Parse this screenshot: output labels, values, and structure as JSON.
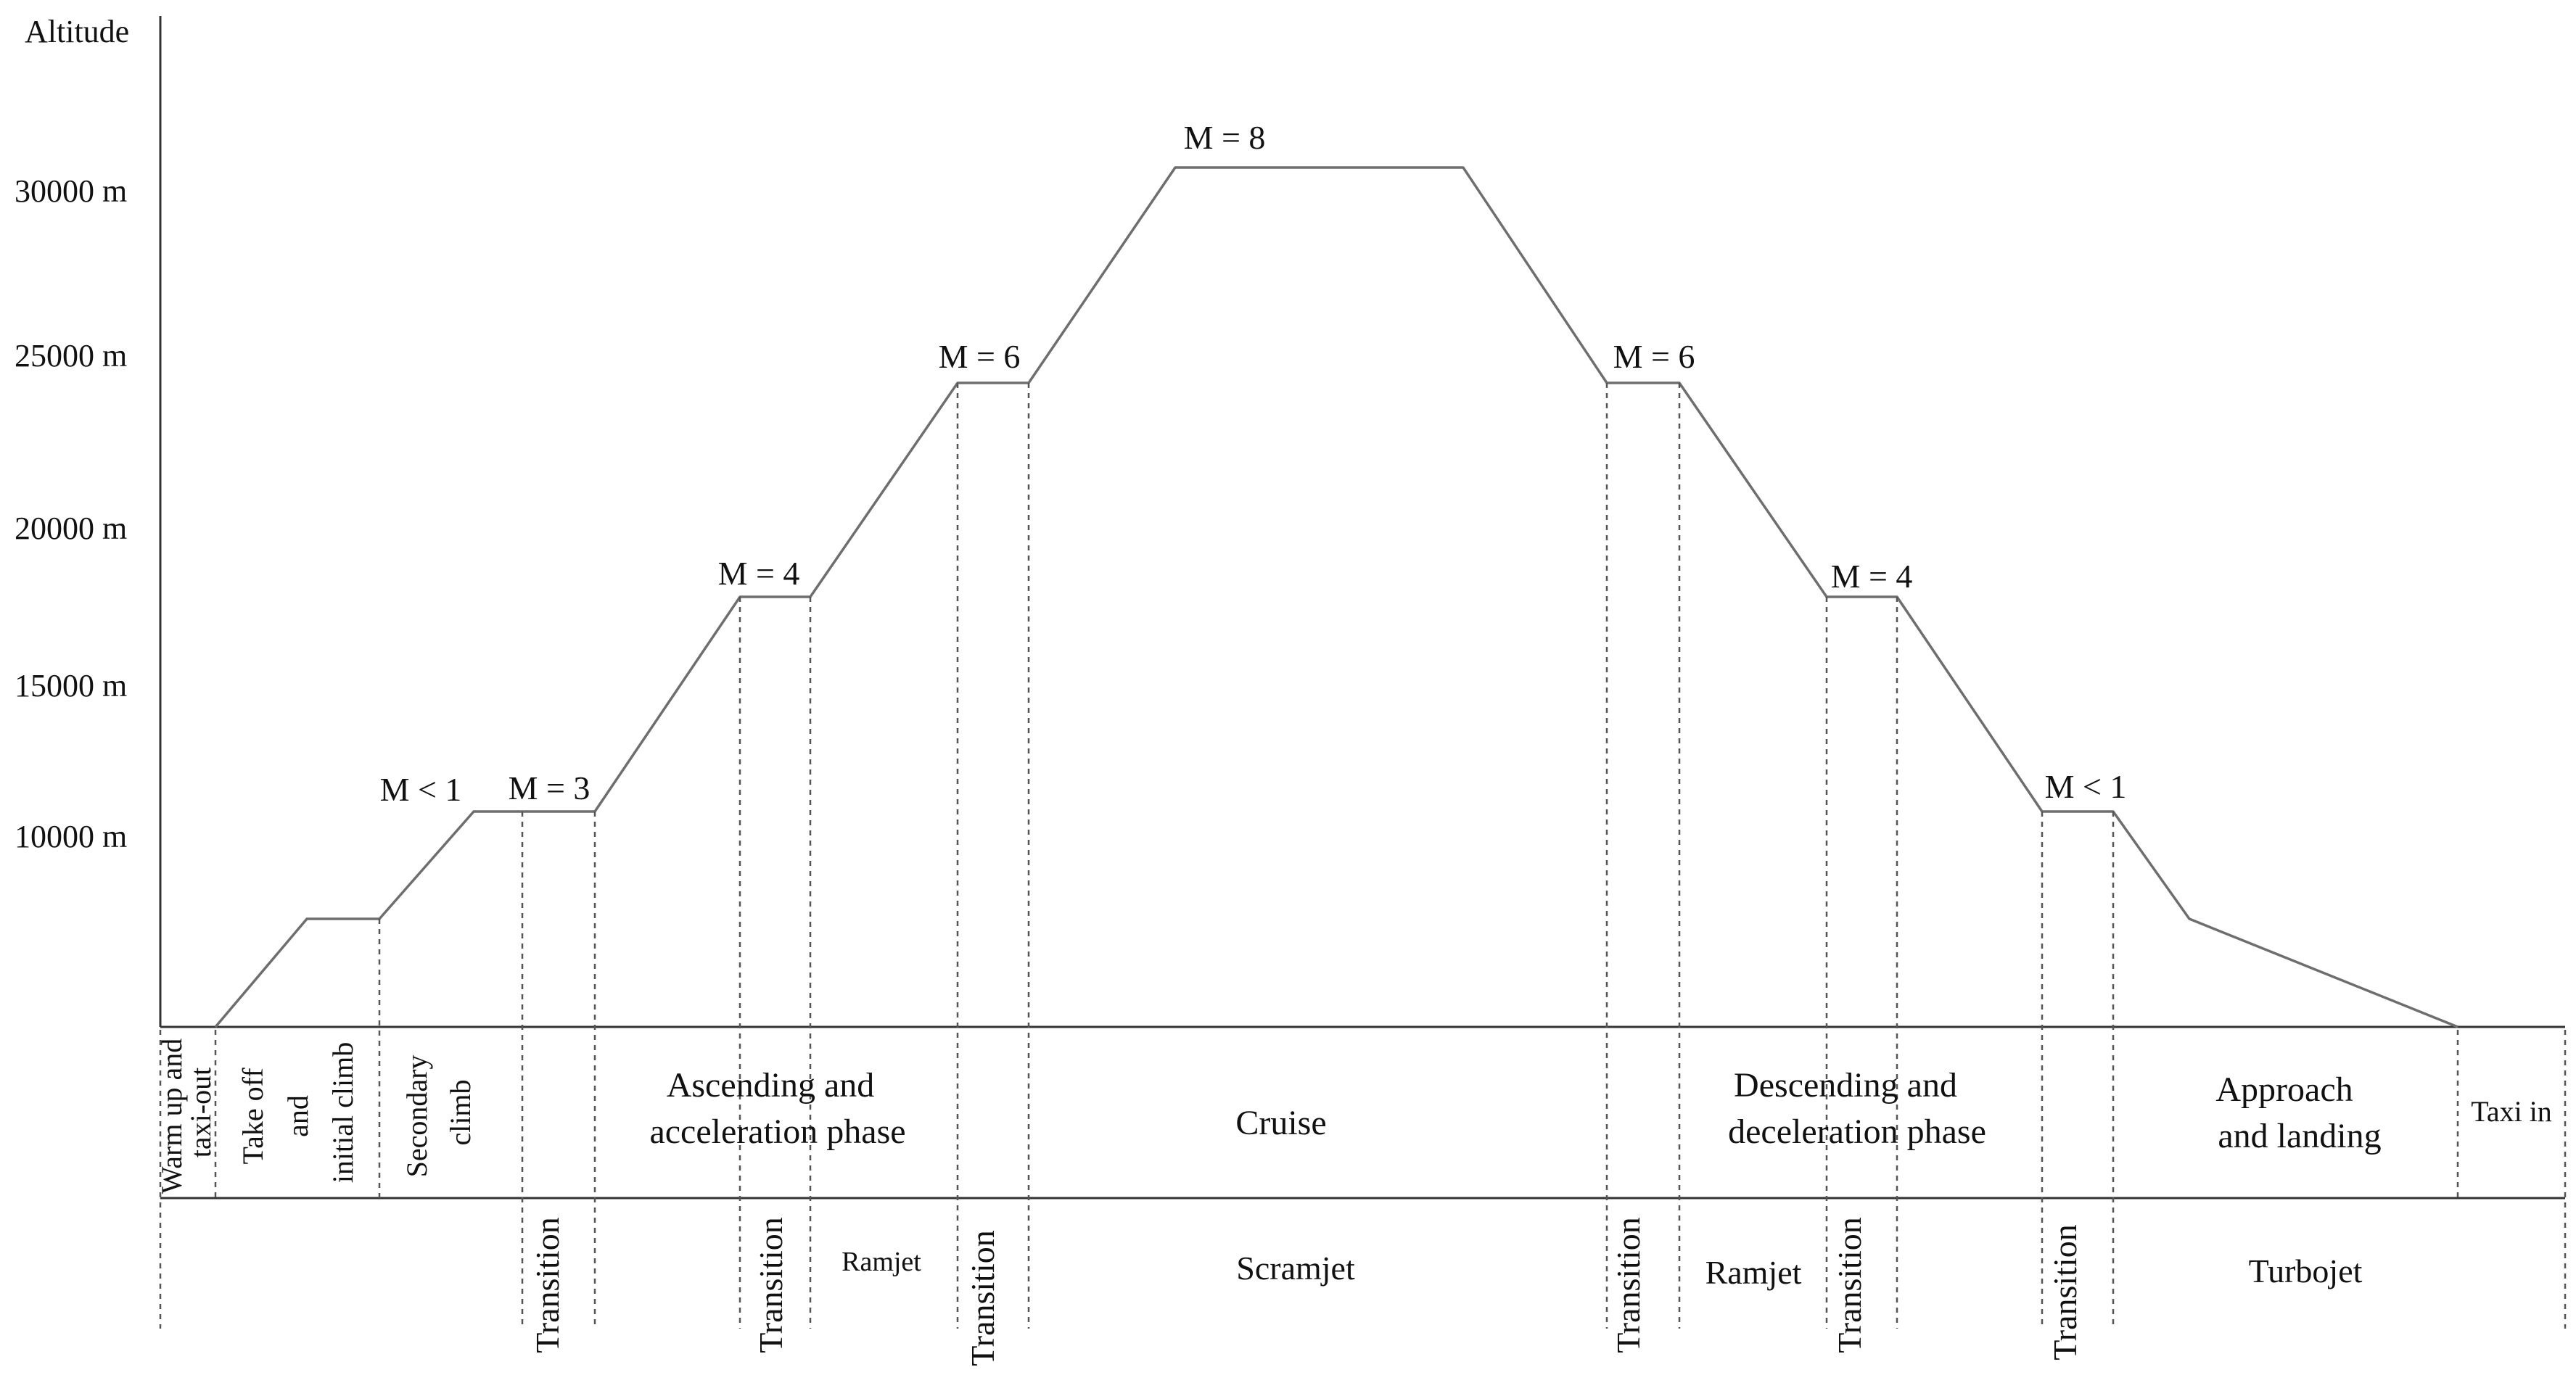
{
  "axis": {
    "y_title": "Altitude",
    "ticks": [
      "30000 m",
      "25000 m",
      "20000 m",
      "15000 m",
      "10000 m"
    ]
  },
  "mach_labels": [
    "M < 1",
    "M = 3",
    "M = 4",
    "M = 6",
    "M = 8",
    "M = 6",
    "M = 4",
    "M < 1"
  ],
  "phases": {
    "warmup": [
      "Warm up and",
      "taxi-out"
    ],
    "takeoff": [
      "Take off",
      "and",
      "initial climb"
    ],
    "secondary": [
      "Secondary",
      "climb"
    ],
    "ascending": [
      "Ascending and",
      "acceleration phase"
    ],
    "cruise": "Cruise",
    "descending": [
      "Descending and",
      "deceleration phase"
    ],
    "approach": [
      "Approach",
      "and landing"
    ],
    "taxi_in": "Taxi in"
  },
  "engines": {
    "transition": "Transition",
    "ramjet_1": "Ramjet",
    "scramjet": "Scramjet",
    "ramjet_2": "Ramjet",
    "turbojet": "Turbojet"
  },
  "colors": {
    "profile": "#6e6e6e",
    "text": "#111111",
    "lines": "#333333"
  }
}
